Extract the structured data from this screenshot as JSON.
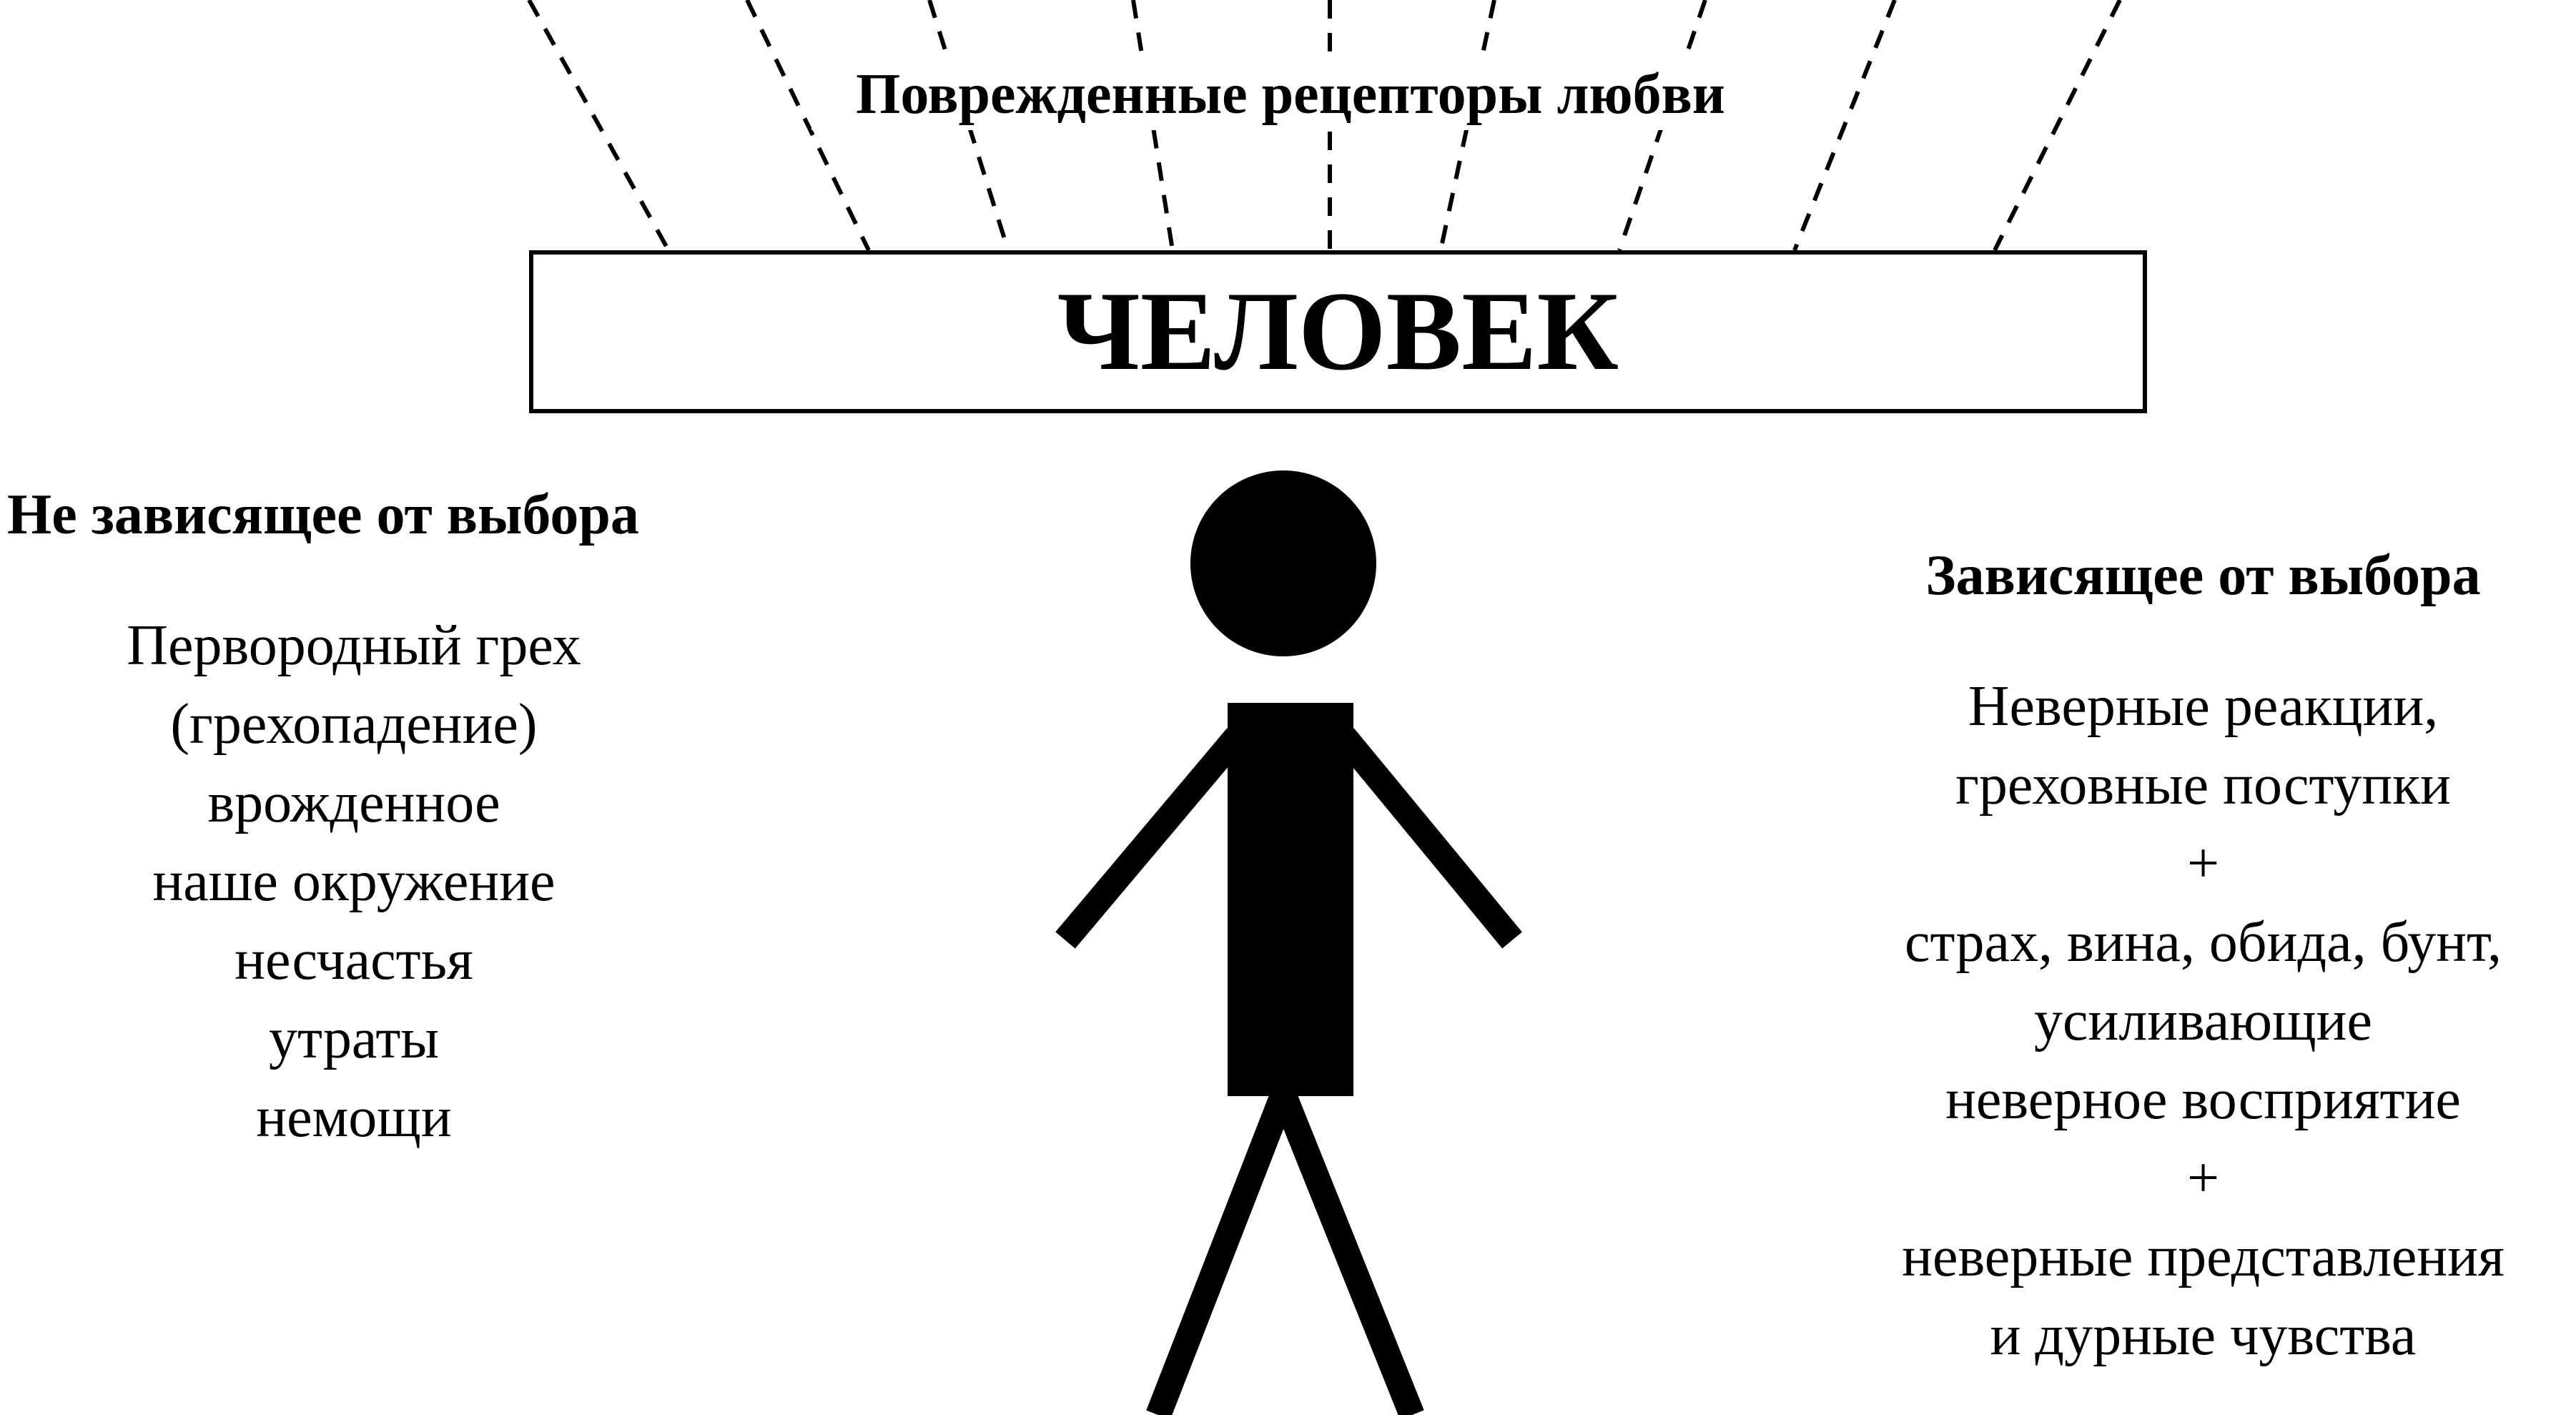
{
  "receptors_label": "Поврежденные рецепторы любви",
  "human_title": "ЧЕЛОВЕК",
  "left": {
    "heading": "Не зависящее от выбора",
    "items": [
      "Первородный грех",
      "(грехопадение)",
      "врожденное",
      "наше окружение",
      "несчастья",
      "утраты",
      "немощи"
    ]
  },
  "right": {
    "heading": "Зависящее от выбора",
    "items": [
      "Неверные реакции,",
      "греховные поступки",
      "+",
      "страх, вина, обида, бунт,",
      "усиливающие",
      "неверное восприятие",
      "+",
      "неверные представления",
      "и дурные чувства"
    ]
  }
}
